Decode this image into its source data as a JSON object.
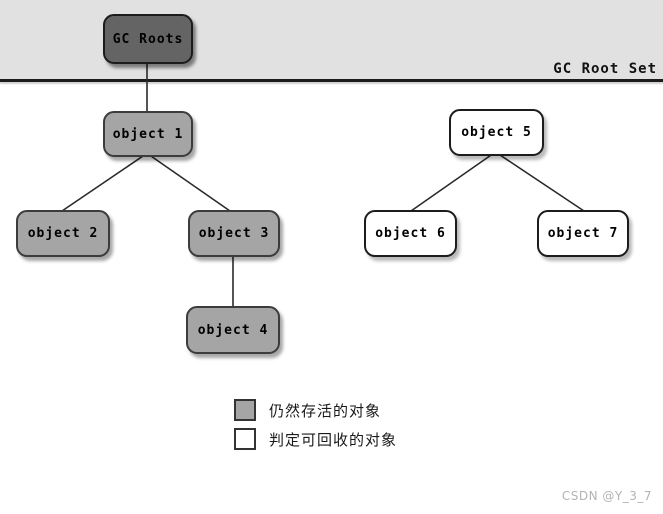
{
  "band": {
    "label": "GC Root Set"
  },
  "nodes": {
    "gc_roots": {
      "label": "GC Roots",
      "type": "root"
    },
    "object1": {
      "label": "object 1",
      "type": "alive"
    },
    "object2": {
      "label": "object 2",
      "type": "alive"
    },
    "object3": {
      "label": "object 3",
      "type": "alive"
    },
    "object4": {
      "label": "object 4",
      "type": "alive"
    },
    "object5": {
      "label": "object 5",
      "type": "recyclable"
    },
    "object6": {
      "label": "object 6",
      "type": "recyclable"
    },
    "object7": {
      "label": "object 7",
      "type": "recyclable"
    }
  },
  "edges": [
    {
      "from": "gc_roots",
      "to": "object1"
    },
    {
      "from": "object1",
      "to": "object2"
    },
    {
      "from": "object1",
      "to": "object3"
    },
    {
      "from": "object3",
      "to": "object4"
    },
    {
      "from": "object5",
      "to": "object6"
    },
    {
      "from": "object5",
      "to": "object7"
    }
  ],
  "legend": {
    "alive_label": "仍然存活的对象",
    "recyclable_label": "判定可回收的对象"
  },
  "watermark": "CSDN @Y_3_7",
  "colors": {
    "band_bg": "#e1e1e1",
    "root_fill": "#646464",
    "alive_fill": "#a5a5a5",
    "recyclable_fill": "#ffffff",
    "edge_line": "#2b2b2b"
  }
}
